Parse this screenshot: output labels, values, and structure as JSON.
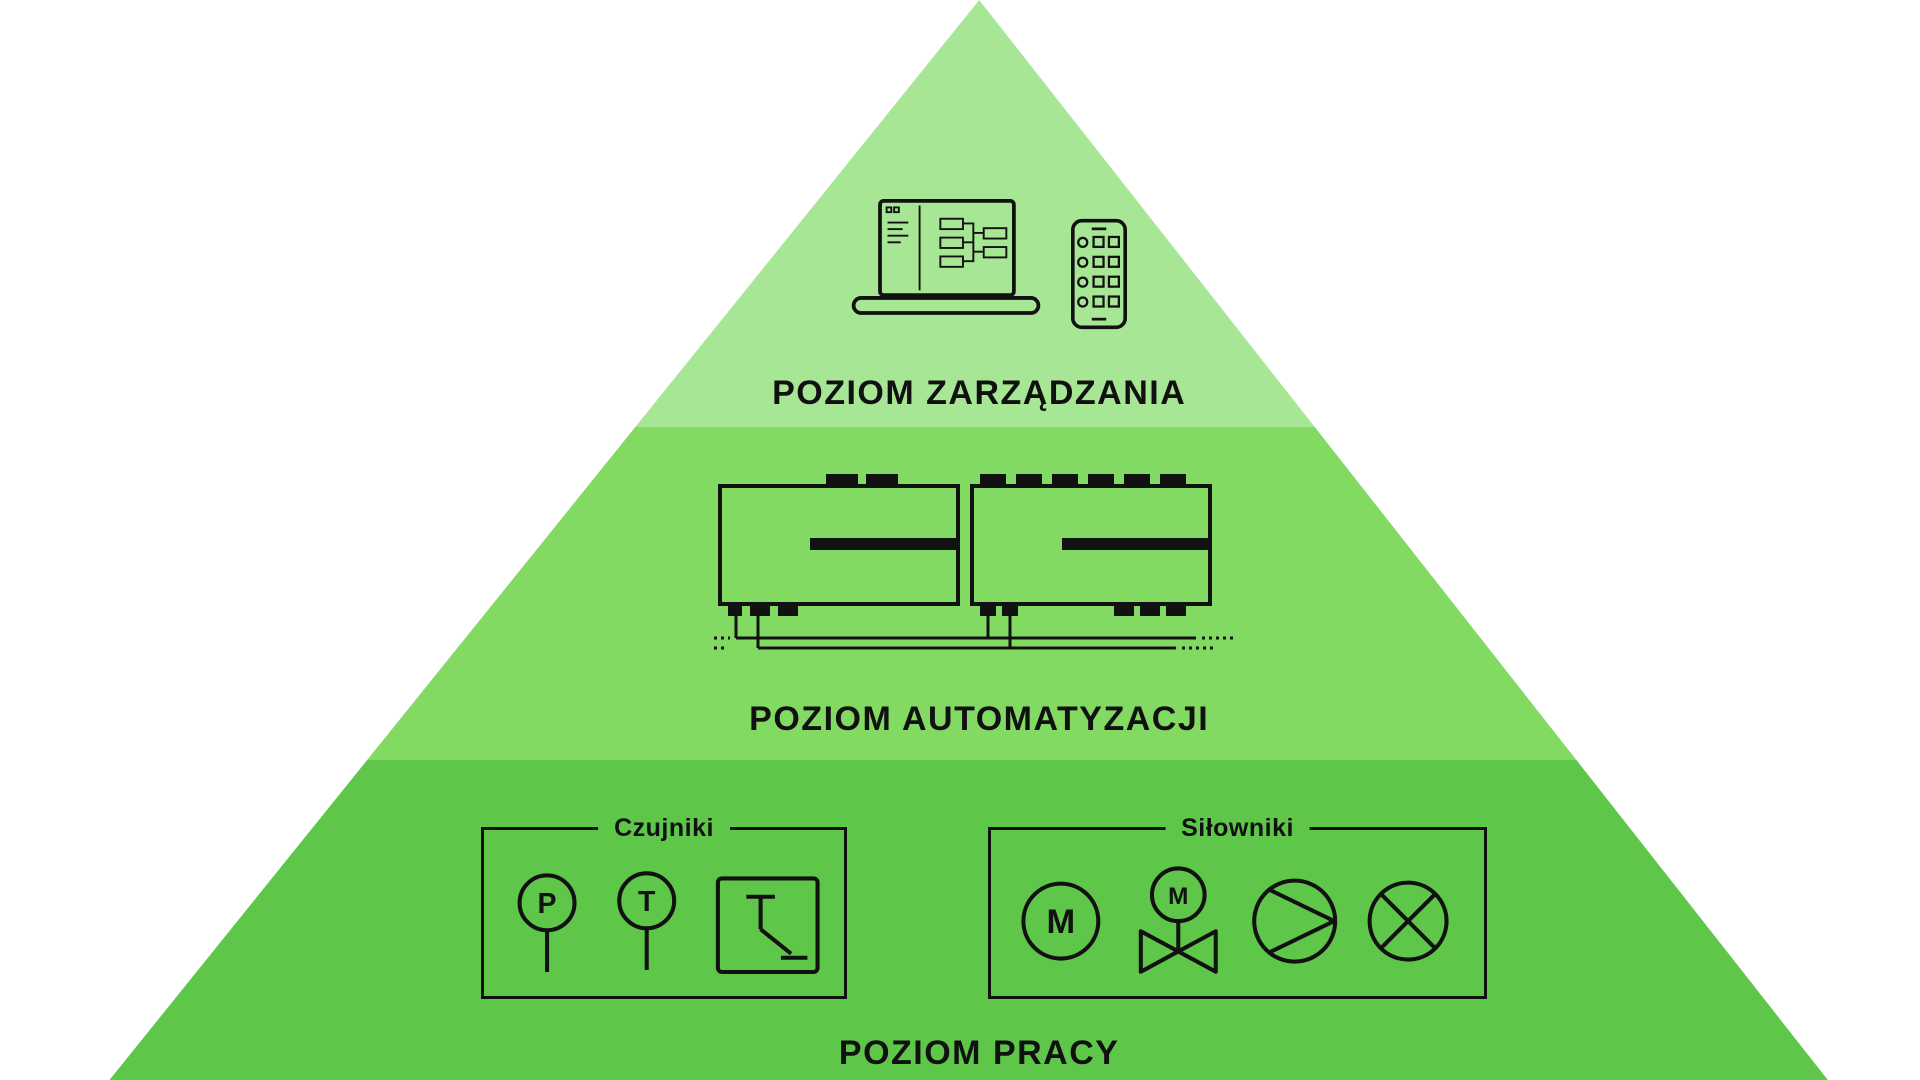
{
  "pyramid": {
    "levels": [
      {
        "id": "management",
        "label": "POZIOM ZARZĄDZANIA",
        "color": "#a7e694",
        "icons": [
          "laptop-with-software",
          "smartphone-app"
        ]
      },
      {
        "id": "automation",
        "label": "POZIOM AUTOMATYZACJI",
        "color": "#83da63",
        "icons": [
          "plc-controller-left",
          "plc-controller-right",
          "communication-bus"
        ]
      },
      {
        "id": "work",
        "label": "POZIOM PRACY",
        "color": "#5ec74a",
        "icons": [
          "sensors-group",
          "actuators-group"
        ]
      }
    ],
    "sensors": {
      "label": "Czujniki",
      "items": [
        {
          "name": "pressure-sensor",
          "letter": "P"
        },
        {
          "name": "temperature-sensor",
          "letter": "T"
        },
        {
          "name": "switch-sensor"
        }
      ]
    },
    "actuators": {
      "label": "Siłowniki",
      "items": [
        {
          "name": "motor",
          "letter": "M"
        },
        {
          "name": "motor-valve",
          "letter": "M"
        },
        {
          "name": "pump"
        },
        {
          "name": "lamp"
        }
      ]
    },
    "text_color": "#111111",
    "line_color": "#111111",
    "background_color": "#ffffff"
  }
}
